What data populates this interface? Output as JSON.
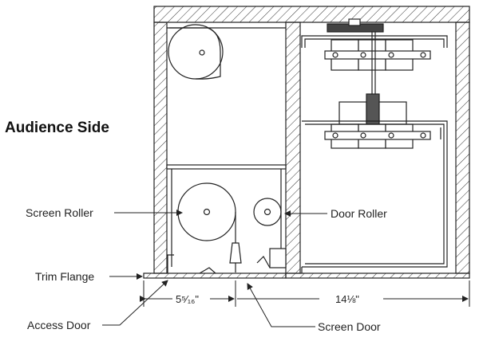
{
  "diagram": {
    "side_label": "Audience Side",
    "callouts": {
      "screen_roller": "Screen Roller",
      "door_roller": "Door Roller",
      "trim_flange": "Trim Flange",
      "access_door": "Access Door",
      "screen_door": "Screen Door"
    },
    "dimensions": {
      "left_width": "5⁵⁄₁₆\"",
      "right_width": "14⅛\""
    },
    "colors": {
      "line": "#222222",
      "hatch": "#333333",
      "fill": "#ffffff"
    }
  }
}
